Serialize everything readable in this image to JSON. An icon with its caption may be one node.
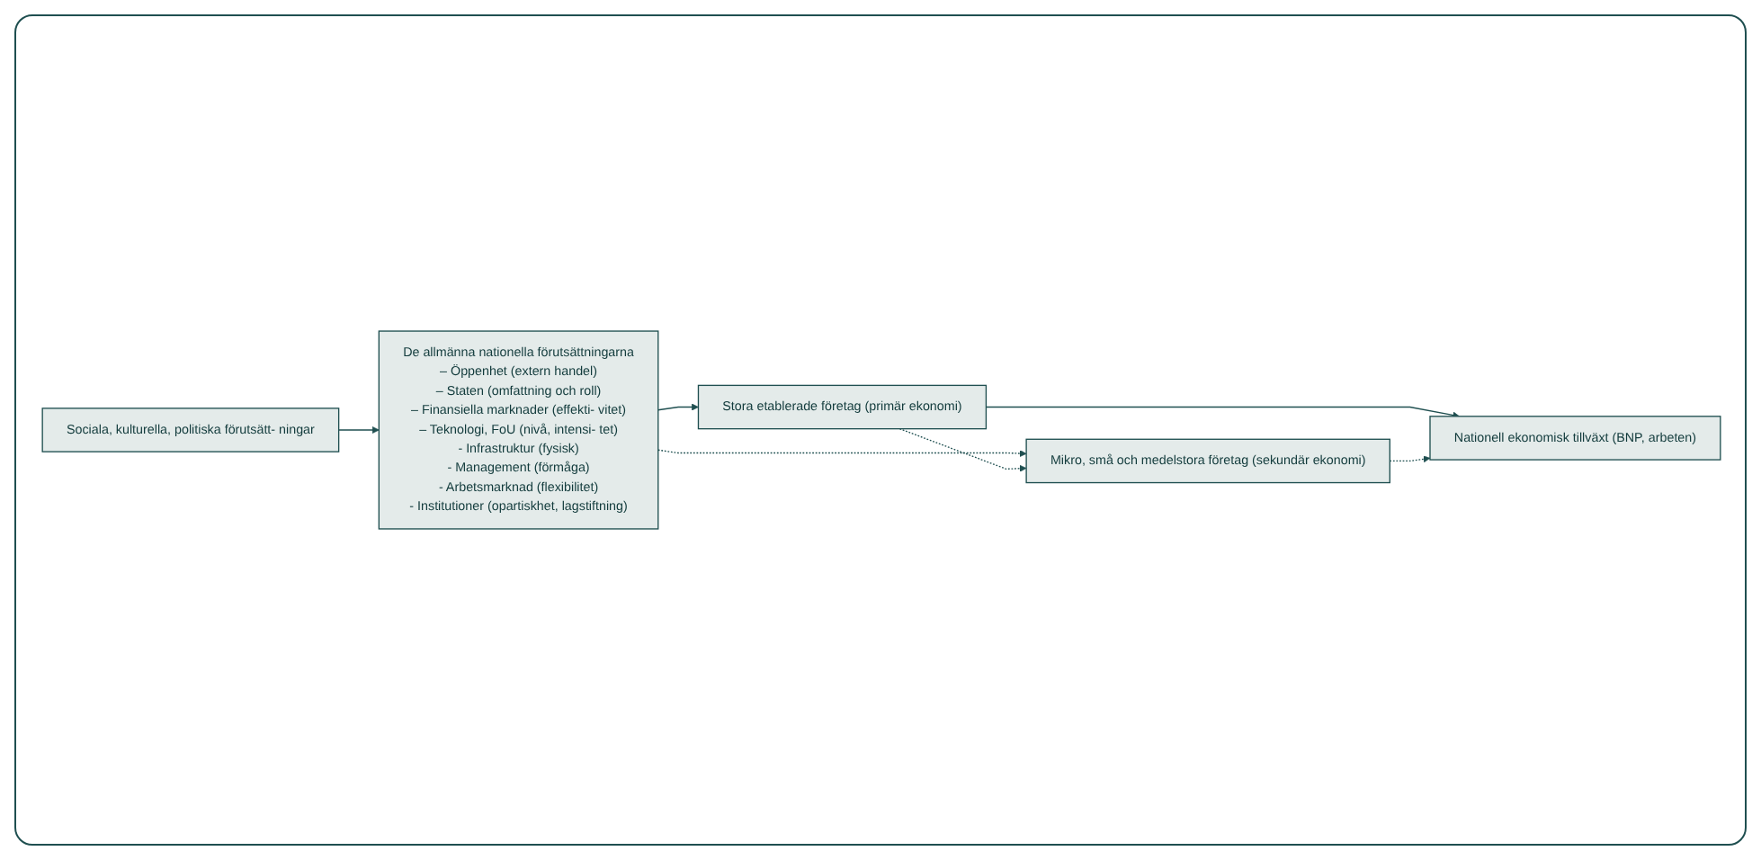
{
  "diagram": {
    "nodes": [
      {
        "text": [
          "Sociala, kulturella, politiska förutsätt- ningar"
        ]
      },
      {
        "text": [
          "De allmänna nationella förutsättningarna",
          "– Öppenhet (extern handel)",
          "– Staten (omfattning och roll)",
          "– Finansiella marknader (effekti- vitet)",
          "– Teknologi, FoU (nivå, intensi- tet)",
          "- Infrastruktur (fysisk)",
          "- Management (förmåga)",
          "- Arbetsmarknad (flexibilitet)",
          "- Institutioner (opartiskhet, lagstiftning)"
        ]
      },
      {
        "text": [
          "Stora etablerade företag (primär ekonomi)"
        ]
      },
      {
        "text": [
          "Mikro, små och medelstora företag (sekundär ekonomi)"
        ]
      },
      {
        "text": [
          "Nationell ekonomisk tillväxt (BNP, arbeten)"
        ]
      }
    ],
    "edges": [
      {
        "from": 0,
        "to": 1,
        "arrow": "to"
      },
      {
        "from": 1,
        "to": 2,
        "arrow": "to"
      },
      {
        "from": 1,
        "to": 3,
        "arrow": "to",
        "style": "dashed"
      },
      {
        "from": 2,
        "to": 3,
        "arrow": "to",
        "style": "dashed"
      },
      {
        "from": 2,
        "to": 4,
        "arrow": "to"
      },
      {
        "from": 3,
        "to": 4,
        "arrow": "to",
        "style": "dashed"
      }
    ]
  }
}
